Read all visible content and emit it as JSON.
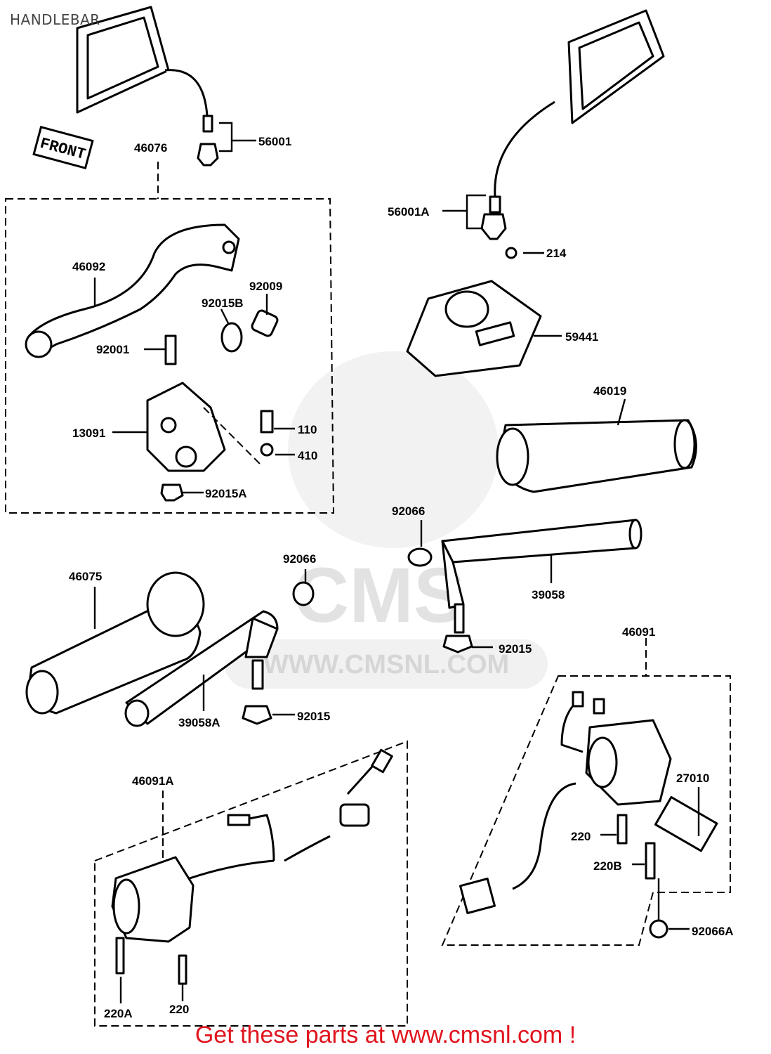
{
  "title": "HANDLEBAR",
  "front_stamp": "FRONT",
  "watermark": {
    "brand": "CMS",
    "url": "WWW.CMSNL.COM"
  },
  "footer": "Get these parts at www.cmsnl.com !",
  "parts": {
    "p56001": "56001",
    "p46076": "46076",
    "p56001A": "56001A",
    "p214": "214",
    "p46092": "46092",
    "p92009": "92009",
    "p92015B": "92015B",
    "p59441": "59441",
    "p92001": "92001",
    "p46019": "46019",
    "p13091": "13091",
    "p110": "110",
    "p410": "410",
    "p92015A": "92015A",
    "p92066_a": "92066",
    "p39058": "39058",
    "p46075": "46075",
    "p92066_b": "92066",
    "p92015_a": "92015",
    "p46091": "46091",
    "p39058A": "39058A",
    "p92015_b": "92015",
    "p46091A": "46091A",
    "p27010": "27010",
    "p220_a": "220",
    "p220B": "220B",
    "p92066A": "92066A",
    "p220A": "220A",
    "p220_b": "220"
  }
}
